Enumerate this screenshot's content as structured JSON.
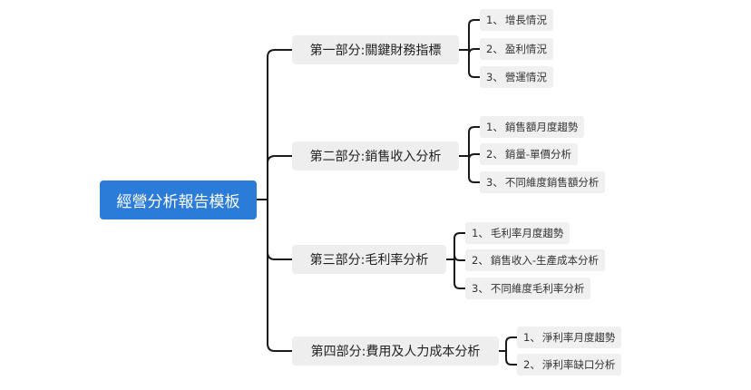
{
  "root": {
    "label": "經營分析報告模板"
  },
  "branches": [
    {
      "label": "第一部分:關鍵財務指標",
      "items": [
        {
          "num": "1、",
          "label": "增長情況"
        },
        {
          "num": "2、",
          "label": "盈利情況"
        },
        {
          "num": "3、",
          "label": "營運情況"
        }
      ]
    },
    {
      "label": "第二部分:銷售收入分析",
      "items": [
        {
          "num": "1、",
          "label": "銷售額月度趨勢"
        },
        {
          "num": "2、",
          "label": "銷量-單價分析"
        },
        {
          "num": "3、",
          "label": "不同維度銷售額分析"
        }
      ]
    },
    {
      "label": "第三部分:毛利率分析",
      "items": [
        {
          "num": "1、",
          "label": "毛利率月度趨勢"
        },
        {
          "num": "2、",
          "label": "銷售收入-生產成本分析"
        },
        {
          "num": "3、",
          "label": "不同維度毛利率分析"
        }
      ]
    },
    {
      "label": "第四部分:費用及人力成本分析",
      "items": [
        {
          "num": "1、",
          "label": "淨利率月度趨勢"
        },
        {
          "num": "2、",
          "label": "淨利率缺口分析"
        }
      ]
    }
  ]
}
